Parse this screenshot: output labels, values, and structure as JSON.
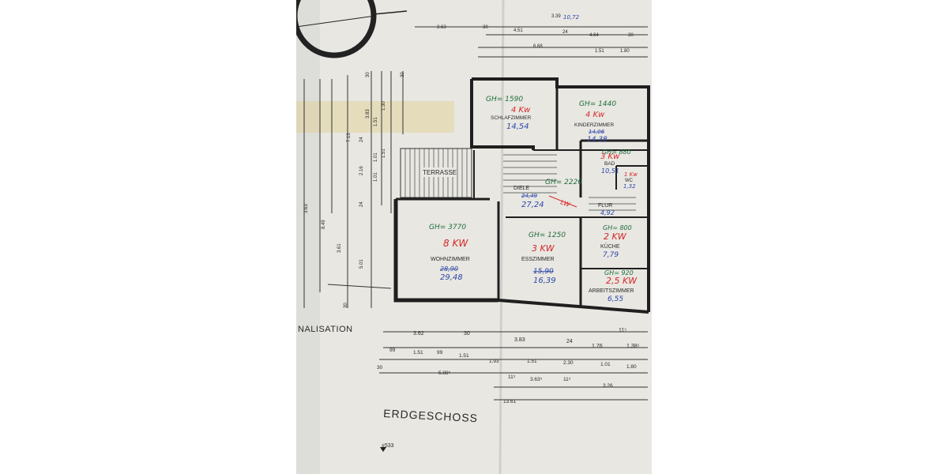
{
  "rooms": [
    {
      "id": "schlafzimmer",
      "name": "SCHLAFZIMMER",
      "gh": "GH= 1590",
      "kw": "4 Kw",
      "area": "14,54",
      "area_old": ""
    },
    {
      "id": "kinderzimmer",
      "name": "KINDERZIMMER",
      "gh": "GH= 1440",
      "kw": "4 Kw",
      "area": "14,38",
      "area_old": "14,06"
    },
    {
      "id": "bad",
      "name": "BAD",
      "gh": "GH= 880",
      "kw": "3 Kw",
      "area": "10,51",
      "area_old": ""
    },
    {
      "id": "wc",
      "name": "WC",
      "gh": "",
      "kw": "1 Kw",
      "area": "1,32",
      "area_old": ""
    },
    {
      "id": "diele",
      "name": "DIELE",
      "gh": "GH= 2220",
      "kw": "",
      "area": "27,24",
      "area_old": "24,49"
    },
    {
      "id": "flur",
      "name": "FLUR",
      "gh": "",
      "kw": "",
      "area": "4,92",
      "area_old": ""
    },
    {
      "id": "wohnzimmer",
      "name": "WOHNZIMMER",
      "gh": "GH= 3770",
      "kw": "8 KW",
      "area": "29,48",
      "area_old": "28,90"
    },
    {
      "id": "esszimmer",
      "name": "ESSZIMMER",
      "gh": "GH= 1250",
      "kw": "3 KW",
      "area": "16,39",
      "area_old": "15,90"
    },
    {
      "id": "kueche",
      "name": "KÜCHE",
      "gh": "GH= 800",
      "kw": "2 KW",
      "area": "7,79",
      "area_old": ""
    },
    {
      "id": "arbeitszimmer",
      "name": "ARBEITSZIMMER",
      "gh": "GH= 920",
      "kw": "2,5 KW",
      "area": "6,55",
      "area_old": ""
    }
  ],
  "labels": {
    "terrasse": "TERRASSE",
    "kanalisation": "NALISATION",
    "floor_title": "ERDGESCHOSS",
    "level_mark": "±533",
    "lw": "LW"
  },
  "dims": {
    "top_row1": [
      "3.63",
      "30",
      "3.39",
      "10,72"
    ],
    "top_row2": [
      "4.51",
      "24",
      "4.64",
      "30"
    ],
    "top_row3": [
      "6.68",
      "1.51",
      "1.80"
    ],
    "left_cols": [
      "30",
      "30",
      "1.30",
      "1.51",
      "3.83",
      "24",
      "2.16",
      "7.13",
      "1.01",
      "1.51",
      "1.01",
      "24",
      "8.49",
      "3.61",
      "5.01",
      "30",
      "3.63"
    ],
    "bottom_row1": [
      "3.62",
      "30",
      "3.83",
      "24",
      "1.76",
      "11⁵",
      "1.38⁵"
    ],
    "bottom_row2": [
      "99",
      "1.51",
      "99",
      "1.51",
      "1.93",
      "1.51",
      "2.30",
      "1.01",
      "1.80"
    ],
    "bottom_row3": [
      "30",
      "5.88⁵",
      "11⁵",
      "3.63⁵",
      "11⁵",
      "3.26"
    ],
    "bottom_row4": [
      "13.61"
    ]
  },
  "colors": {
    "gh_green": "#1f6e3a",
    "kw_red": "#d52828",
    "area_blue": "#2b45a8",
    "ink": "#2a2a2a"
  }
}
